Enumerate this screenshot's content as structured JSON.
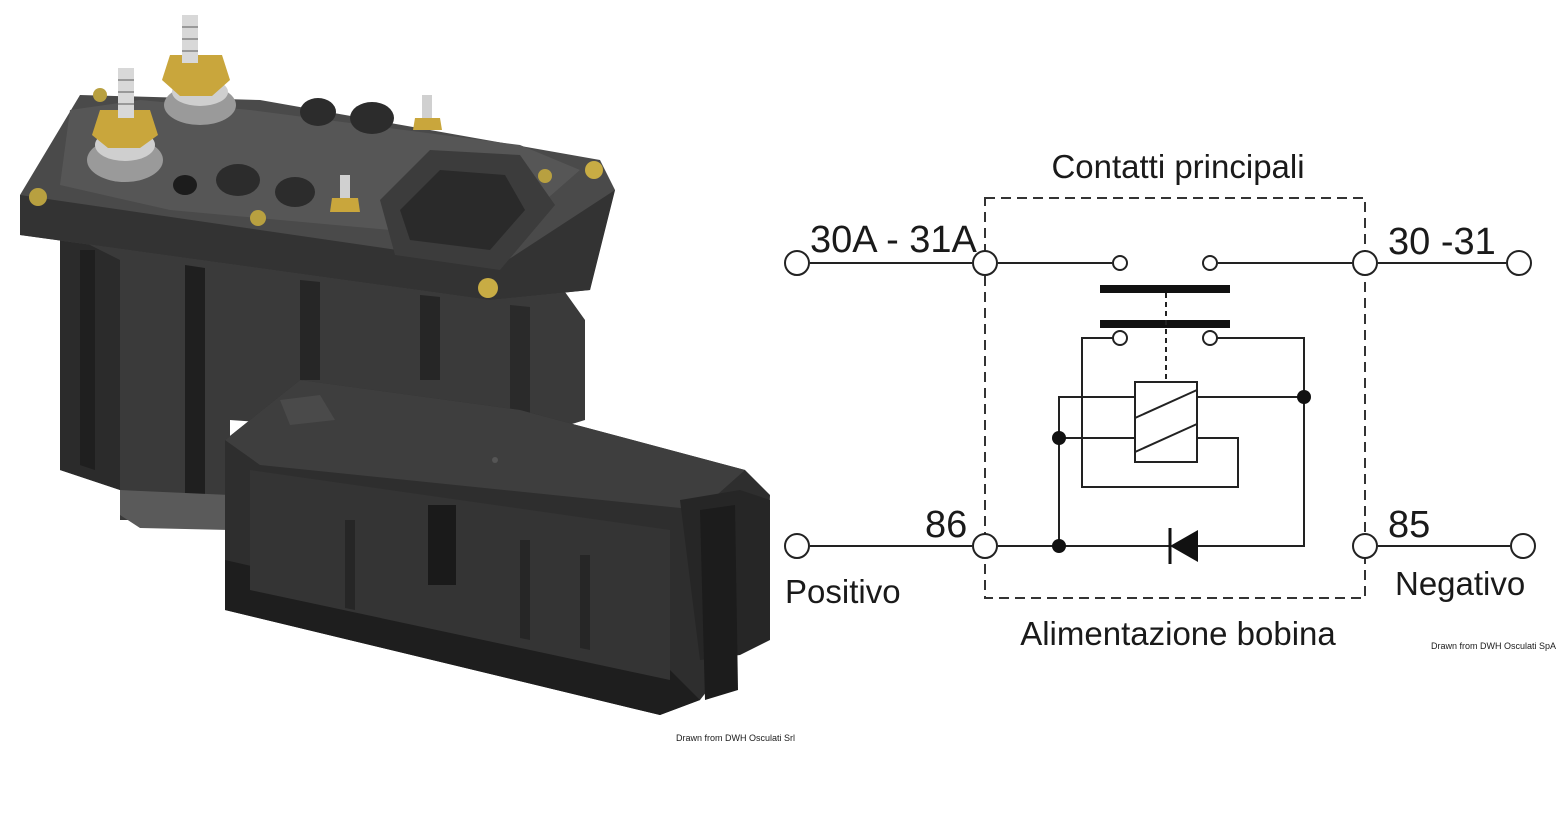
{
  "photo": {
    "credit": "Drawn from DWH Osculati Srl"
  },
  "diagram": {
    "title_top": "Contatti principali",
    "title_bottom": "Alimentazione bobina",
    "terminal_30a_31a": "30A - 31A",
    "terminal_30_31": "30 -31",
    "terminal_86": "86",
    "terminal_85": "85",
    "label_positive": "Positivo",
    "label_negative": "Negativo",
    "credit": "Drawn from DWH Osculati SpA"
  }
}
